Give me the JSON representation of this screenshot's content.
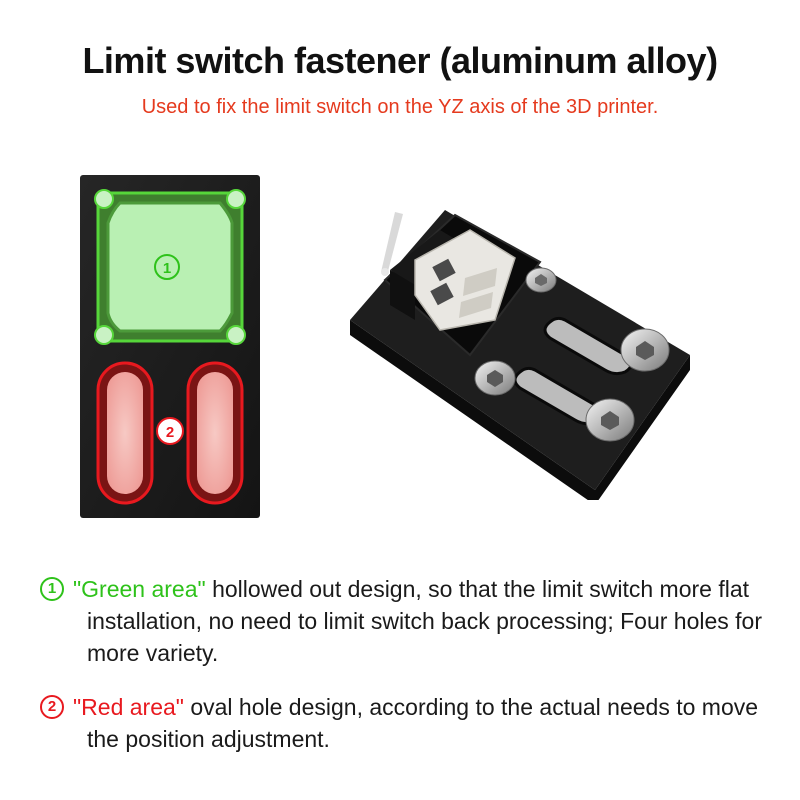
{
  "header": {
    "title": "Limit switch fastener (aluminum alloy)",
    "subtitle": "Used to fix the limit switch on the YZ axis of the 3D printer."
  },
  "diagram": {
    "green_marker": "①",
    "red_marker": "②",
    "plate_color": "#1c1c1c",
    "green_color": "#3fa63a",
    "red_color": "#e8191f"
  },
  "notes": [
    {
      "marker": "①",
      "highlight": "\"Green area\"",
      "text": " hollowed out design, so that the limit switch more flat installation, no need to limit switch back processing; Four holes for more variety."
    },
    {
      "marker": "②",
      "highlight": "\"Red area\"",
      "text": " oval hole design, according to the actual needs to move the position adjustment."
    }
  ],
  "colors": {
    "subtitle": "#e53a1e",
    "green_text": "#2ec21a",
    "red_text": "#e8191f"
  }
}
